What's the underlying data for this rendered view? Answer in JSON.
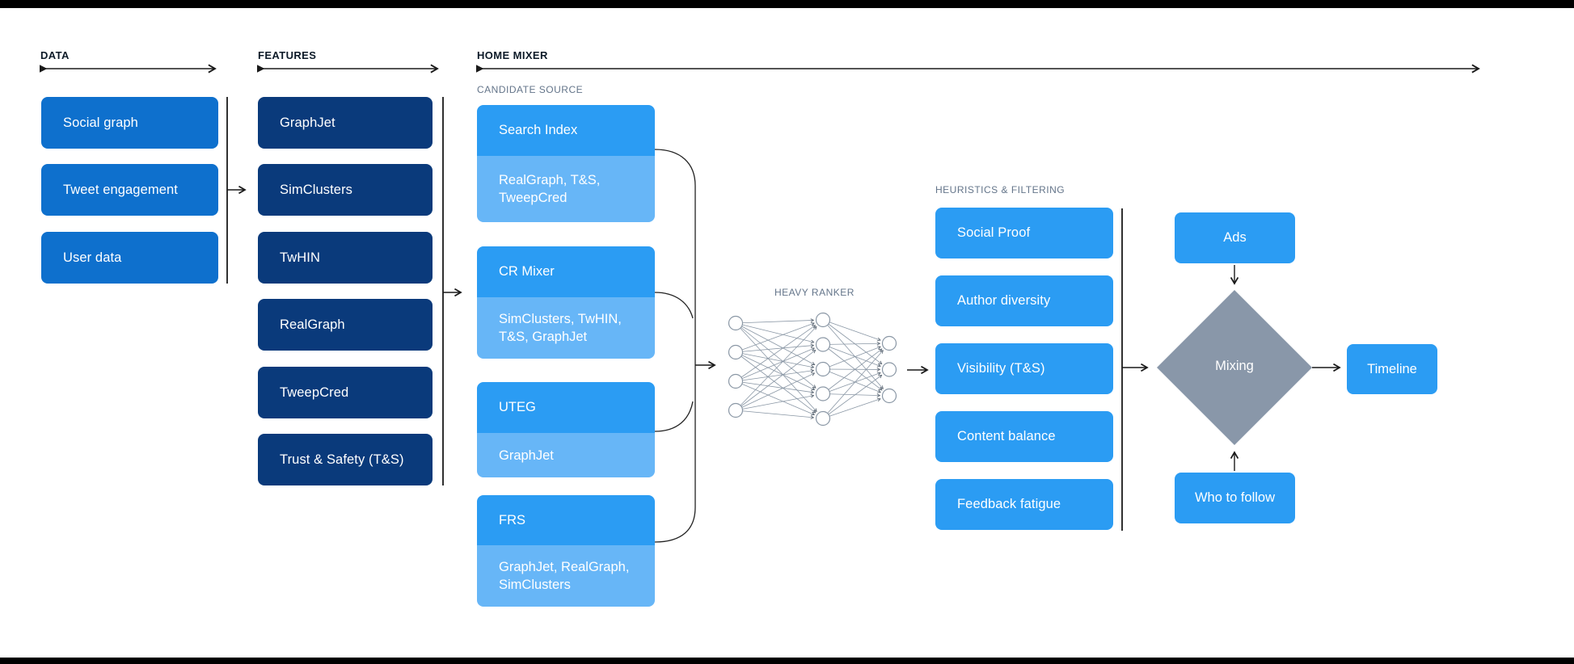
{
  "colors": {
    "data-blue": "#0e70cd",
    "navy": "#0a3a7b",
    "bright-blue": "#2b9cf3",
    "light-blue": "#67b6f7",
    "diamond-gray": "#8997a9",
    "line-dark": "#1a1a1a",
    "label-gray": "#64758a",
    "nn-stroke": "#8a97a5"
  },
  "sections": {
    "data": {
      "label": "DATA",
      "items": [
        "Social graph",
        "Tweet engagement",
        "User data"
      ]
    },
    "features": {
      "label": "FEATURES",
      "items": [
        "GraphJet",
        "SimClusters",
        "TwHIN",
        "RealGraph",
        "TweepCred",
        "Trust & Safety (T&S)"
      ]
    },
    "home_mixer": {
      "label": "HOME MIXER",
      "candidate_source": {
        "label": "CANDIDATE SOURCE",
        "items": [
          {
            "name": "Search Index",
            "sources": "RealGraph, T&S, TweepCred"
          },
          {
            "name": "CR Mixer",
            "sources": "SimClusters, TwHIN, T&S, GraphJet"
          },
          {
            "name": "UTEG",
            "sources": "GraphJet"
          },
          {
            "name": "FRS",
            "sources": "GraphJet, RealGraph, SimClusters"
          }
        ]
      },
      "heavy_ranker": {
        "label": "HEAVY RANKER"
      },
      "heuristics": {
        "label": "HEURISTICS & FILTERING",
        "items": [
          "Social Proof",
          "Author diversity",
          "Visibility (T&S)",
          "Content balance",
          "Feedback fatigue"
        ]
      },
      "mixing": {
        "label": "Mixing",
        "ads": "Ads",
        "who_to_follow": "Who to follow",
        "timeline": "Timeline"
      }
    }
  }
}
